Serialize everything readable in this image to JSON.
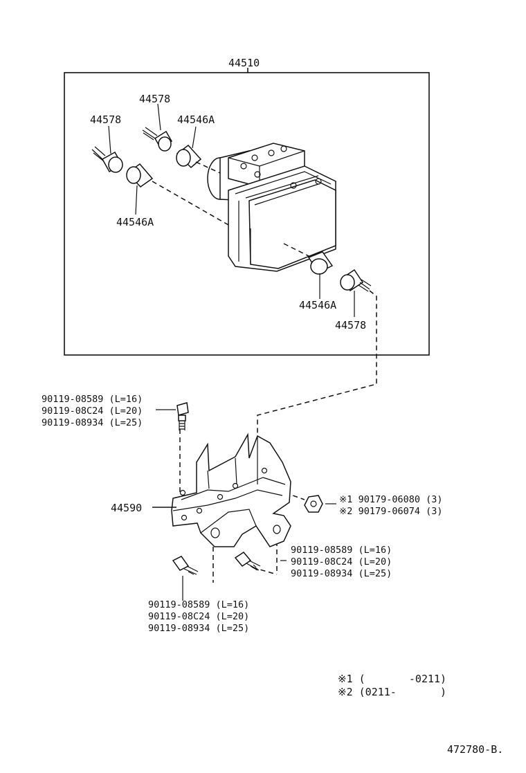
{
  "assembly": {
    "part_number": "44510"
  },
  "callouts": {
    "c44578_top": "44578",
    "c44578_left": "44578",
    "c44546a_top": "44546A",
    "c44546a_left": "44546A",
    "c44546a_bottom": "44546A",
    "c44578_bottom": "44578",
    "bracket": "44590"
  },
  "bolt_groups": {
    "upper": [
      "90119-08589 (L=16)",
      "90119-08C24 (L=20)",
      "90119-08934 (L=25)"
    ],
    "right": [
      "90119-08589 (L=16)",
      "90119-08C24 (L=20)",
      "90119-08934 (L=25)"
    ],
    "bottom": [
      "90119-08589 (L=16)",
      "90119-08C24 (L=20)",
      "90119-08934 (L=25)"
    ]
  },
  "nuts": [
    "※1 90179-06080 (3)",
    "※2 90179-06074 (3)"
  ],
  "notes": [
    "※1 (       -0211)",
    "※2 (0211-       )"
  ],
  "figure_id": "472780-B."
}
